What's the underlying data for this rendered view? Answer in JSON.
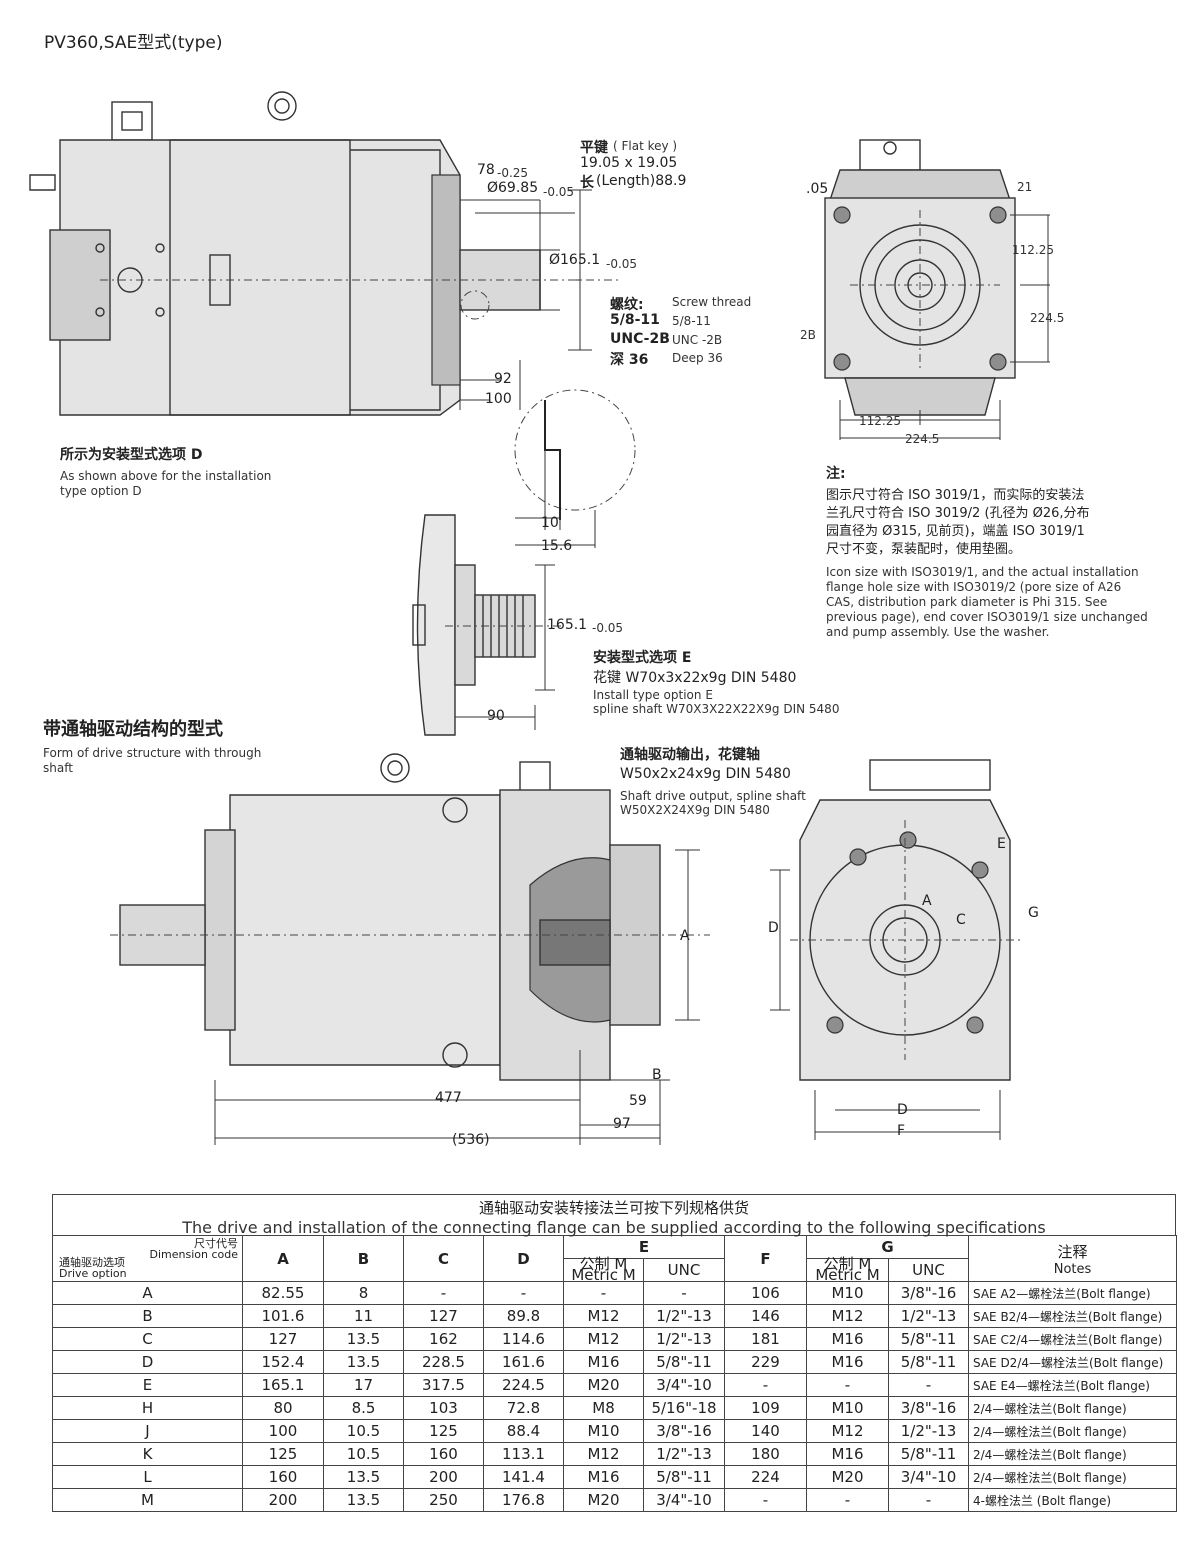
{
  "page_title": "PV360,SAE型式(type)",
  "top_view": {
    "flat_key_cn": "平键",
    "flat_key_en": "( Flat key )",
    "flat_key_size": "19.05 x 19.05",
    "length_cn": "长",
    "length_en": "(Length)88.9",
    "dim_78": "78",
    "dim_78_tol": "-0.25",
    "dim_69": "Ø69.85",
    "dim_69_tol": "-0.05",
    "dim_165": "Ø165.1",
    "dim_165_tol": "-0.05",
    "screw_cn": "螺纹:",
    "screw_en": "Screw thread",
    "thread_a": "5/8-11",
    "thread_a_en": "5/8-11",
    "thread_b": "UNC-2B",
    "thread_b_en": "UNC -2B",
    "deep_cn": "深 36",
    "deep_en": "Deep 36",
    "dim_92": "92",
    "dim_100": "100",
    "caption_cn": "所示为安装型式选项",
    "caption_letter": "D",
    "caption_en_1": "As shown above for the installation",
    "caption_en_2": "type option D"
  },
  "detail_view": {
    "dim_10": "10",
    "dim_15_6": "15.6"
  },
  "option_e": {
    "dim_165": "165.1",
    "dim_165_tol": "-0.05",
    "dim_90": "90",
    "title_cn": "安装型式选项 E",
    "spline_cn": "花键 W70x3x22x9g DIN 5480",
    "en_1": "Install type option E",
    "en_2": "spline shaft W70X3X22X22X9g DIN 5480"
  },
  "end_view": {
    "dim_05": ".05",
    "dim_21": "21",
    "dim_112_v": "112.25",
    "dim_224_v": "224.5",
    "dim_112_h": "112.25",
    "dim_224_h": "224.5",
    "label_2b": "2B"
  },
  "note": {
    "head": "注:",
    "cn_1": "图示尺寸符合 ISO 3019/1，而实际的安装法",
    "cn_2": "兰孔尺寸符合 ISO 3019/2 (孔径为 Ø26,分布",
    "cn_3": "园直径为 Ø315, 见前页)，端盖 ISO 3019/1",
    "cn_4": "尺寸不变，泵装配时，使用垫圈。",
    "en_1": "Icon size with ISO3019/1, and the actual installation",
    "en_2": "flange hole size with ISO3019/2 (pore size of A26",
    "en_3": "CAS, distribution park diameter is Phi 315. See",
    "en_4": "previous page), end cover ISO3019/1 size unchanged",
    "en_5": "and pump assembly. Use the washer."
  },
  "through_shaft": {
    "title_cn": "带通轴驱动结构的型式",
    "title_en_1": "Form of drive structure with through",
    "title_en_2": "shaft",
    "output_cn": "通轴驱动输出，花键轴",
    "output_spec": "W50x2x24x9g DIN 5480",
    "output_en_1": "Shaft drive output, spline shaft",
    "output_en_2": "W50X2X24X9g DIN 5480",
    "dim_477": "477",
    "dim_536": "(536)",
    "dim_59": "59",
    "dim_97": "97",
    "label_a": "A",
    "label_b": "B",
    "end_a": "A",
    "end_c": "C",
    "end_d": "D",
    "end_e": "E",
    "end_g": "G",
    "end_dh": "D",
    "end_f": "F"
  },
  "table": {
    "title_cn": "通轴驱动安装转接法兰可按下列规格供货",
    "title_en": "The drive and installation of the connecting flange can be supplied according to the following specifications",
    "corner_cn_top": "尺寸代号",
    "corner_en_top": "Dimension code",
    "corner_cn_bottom": "通轴驱动选项",
    "corner_en_bottom": "Drive option",
    "h_a": "A",
    "h_b": "B",
    "h_c": "C",
    "h_d": "D",
    "h_e": "E",
    "h_f": "F",
    "h_g": "G",
    "h_metric_cn": "公制 M",
    "h_metric_en": "Metric M",
    "h_unc": "UNC",
    "h_notes_cn": "注释",
    "h_notes_en": "Notes",
    "rows": [
      {
        "opt": "A",
        "a": "82.55",
        "b": "8",
        "c": "-",
        "d": "-",
        "em": "-",
        "eu": "-",
        "f": "106",
        "gm": "M10",
        "gu": "3/8\"-16",
        "note": "SAE A2—螺栓法兰(Bolt flange)"
      },
      {
        "opt": "B",
        "a": "101.6",
        "b": "11",
        "c": "127",
        "d": "89.8",
        "em": "M12",
        "eu": "1/2\"-13",
        "f": "146",
        "gm": "M12",
        "gu": "1/2\"-13",
        "note": "SAE B2/4—螺栓法兰(Bolt flange)"
      },
      {
        "opt": "C",
        "a": "127",
        "b": "13.5",
        "c": "162",
        "d": "114.6",
        "em": "M12",
        "eu": "1/2\"-13",
        "f": "181",
        "gm": "M16",
        "gu": "5/8\"-11",
        "note": "SAE C2/4—螺栓法兰(Bolt flange)"
      },
      {
        "opt": "D",
        "a": "152.4",
        "b": "13.5",
        "c": "228.5",
        "d": "161.6",
        "em": "M16",
        "eu": "5/8\"-11",
        "f": "229",
        "gm": "M16",
        "gu": "5/8\"-11",
        "note": "SAE D2/4—螺栓法兰(Bolt flange)"
      },
      {
        "opt": "E",
        "a": "165.1",
        "b": "17",
        "c": "317.5",
        "d": "224.5",
        "em": "M20",
        "eu": "3/4\"-10",
        "f": "-",
        "gm": "-",
        "gu": "-",
        "note": "SAE E4—螺栓法兰(Bolt flange)"
      },
      {
        "opt": "H",
        "a": "80",
        "b": "8.5",
        "c": "103",
        "d": "72.8",
        "em": "M8",
        "eu": "5/16\"-18",
        "f": "109",
        "gm": "M10",
        "gu": "3/8\"-16",
        "note": "2/4—螺栓法兰(Bolt flange)"
      },
      {
        "opt": "J",
        "a": "100",
        "b": "10.5",
        "c": "125",
        "d": "88.4",
        "em": "M10",
        "eu": "3/8\"-16",
        "f": "140",
        "gm": "M12",
        "gu": "1/2\"-13",
        "note": "2/4—螺栓法兰(Bolt flange)"
      },
      {
        "opt": "K",
        "a": "125",
        "b": "10.5",
        "c": "160",
        "d": "113.1",
        "em": "M12",
        "eu": "1/2\"-13",
        "f": "180",
        "gm": "M16",
        "gu": "5/8\"-11",
        "note": "2/4—螺栓法兰(Bolt flange)"
      },
      {
        "opt": "L",
        "a": "160",
        "b": "13.5",
        "c": "200",
        "d": "141.4",
        "em": "M16",
        "eu": "5/8\"-11",
        "f": "224",
        "gm": "M20",
        "gu": "3/4\"-10",
        "note": "2/4—螺栓法兰(Bolt flange)"
      },
      {
        "opt": "M",
        "a": "200",
        "b": "13.5",
        "c": "250",
        "d": "176.8",
        "em": "M20",
        "eu": "3/4\"-10",
        "f": "-",
        "gm": "-",
        "gu": "-",
        "note": "4-螺栓法兰 (Bolt flange)"
      }
    ]
  }
}
